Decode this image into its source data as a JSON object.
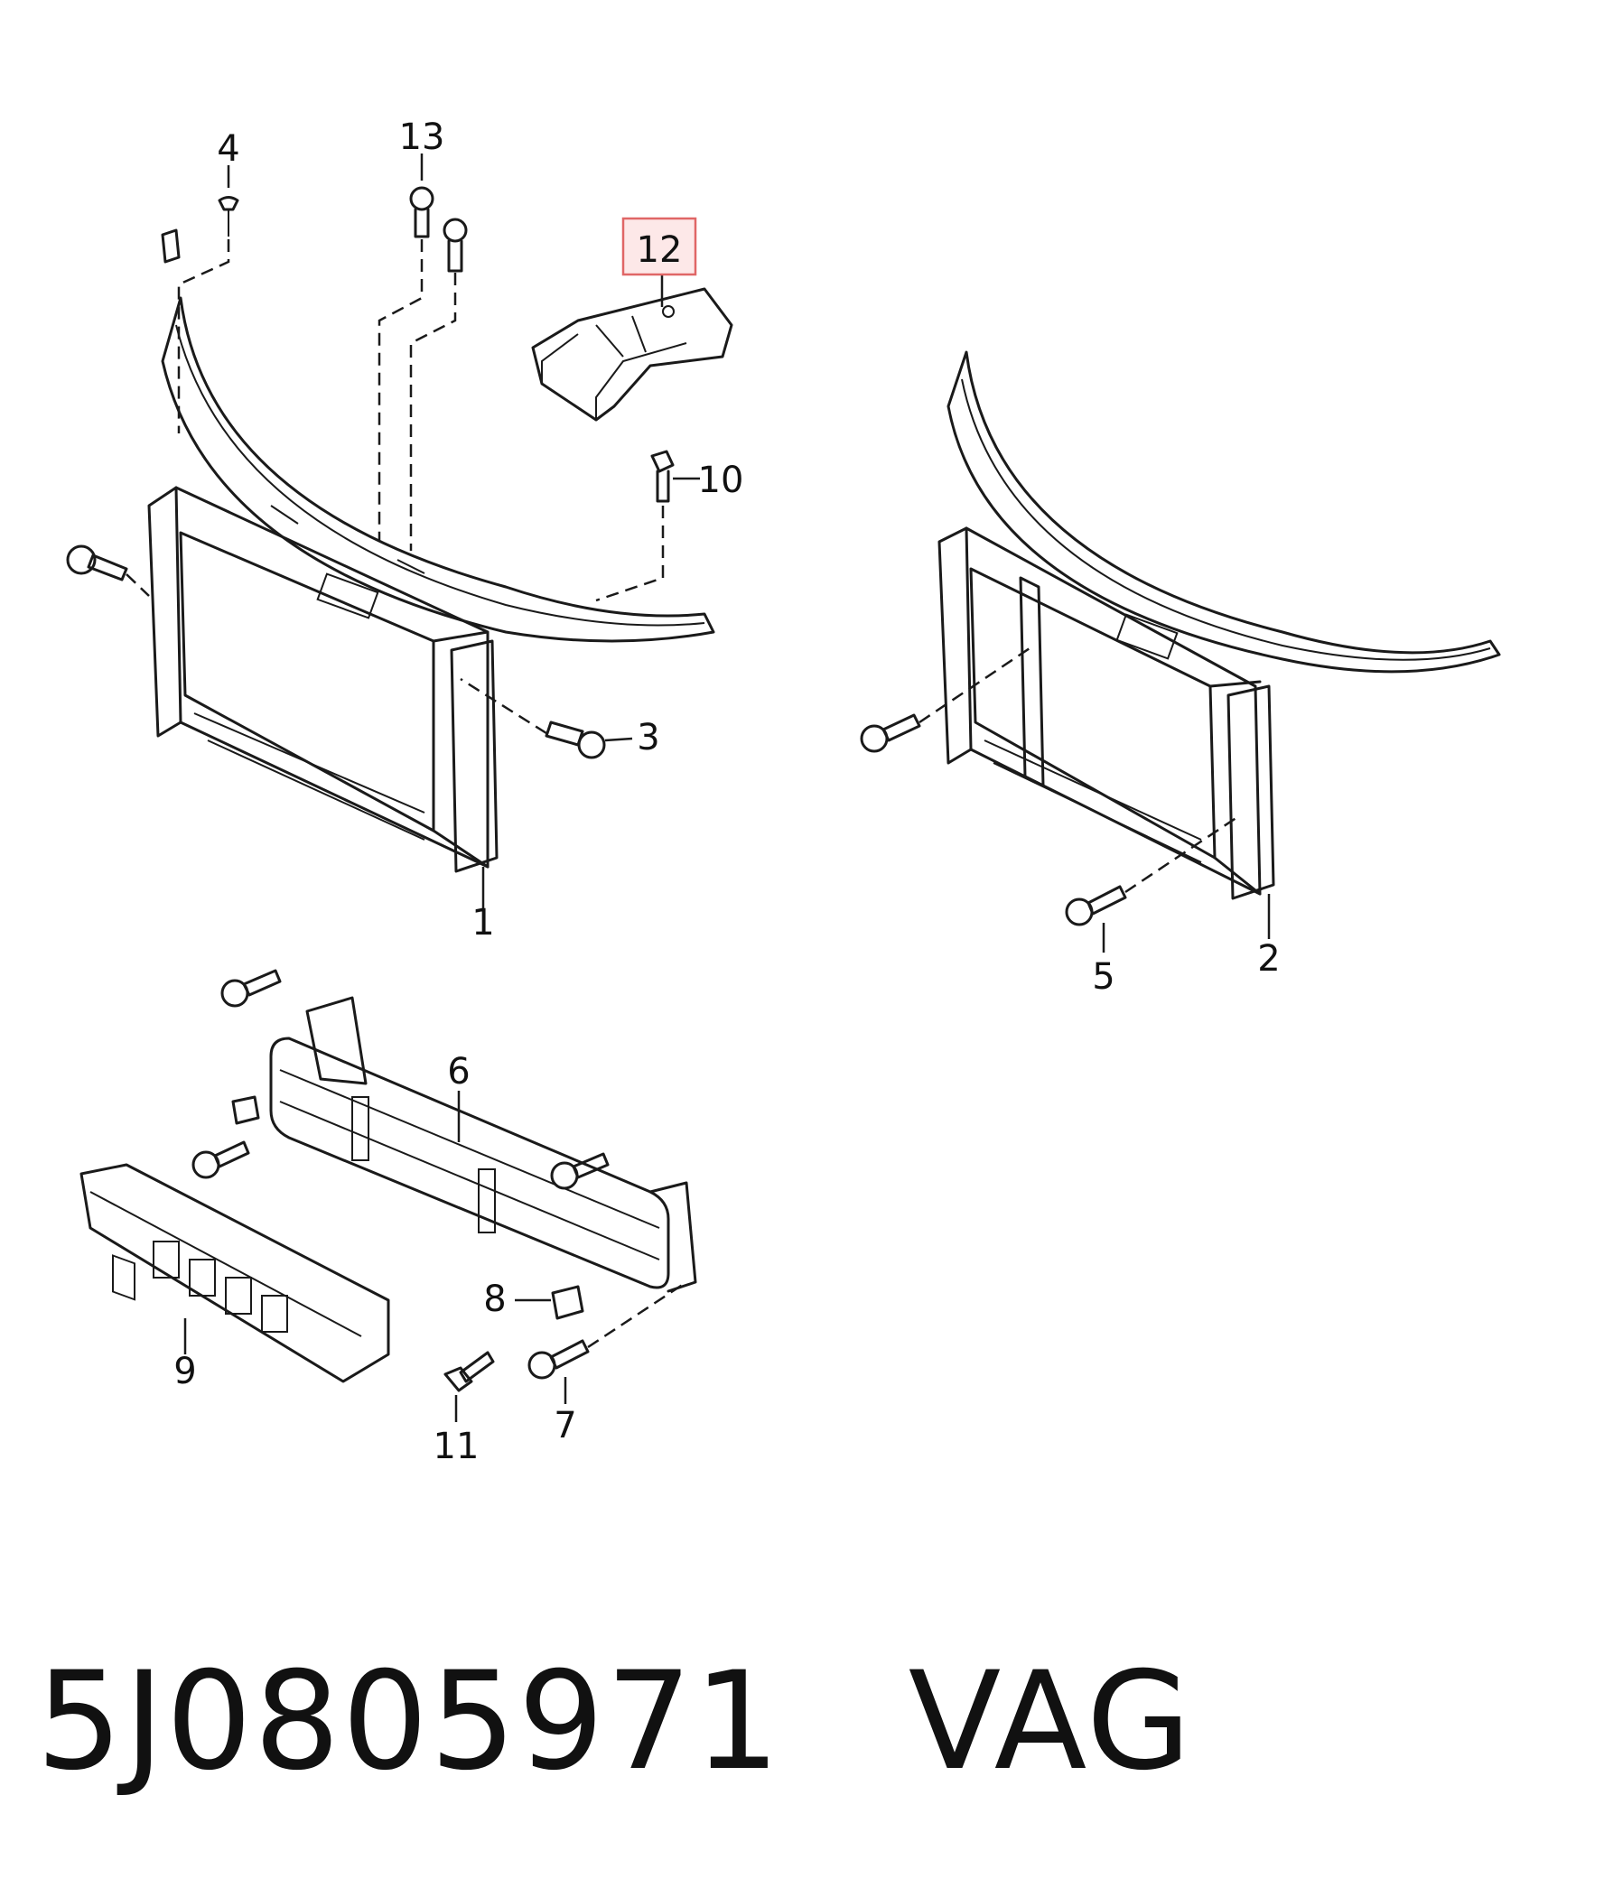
{
  "callouts": {
    "c1": "1",
    "c2": "2",
    "c3": "3",
    "c4": "4",
    "c5": "5",
    "c6": "6",
    "c7": "7",
    "c8": "8",
    "c9": "9",
    "c10": "10",
    "c11": "11",
    "c12": "12",
    "c13": "13"
  },
  "highlighted_callout": "12",
  "footer": {
    "part_number": "5J0805971",
    "brand": "VAG"
  },
  "colors": {
    "line": "#1a1a1a",
    "highlight_fill": "#fde8e8",
    "highlight_border": "#e06666"
  }
}
